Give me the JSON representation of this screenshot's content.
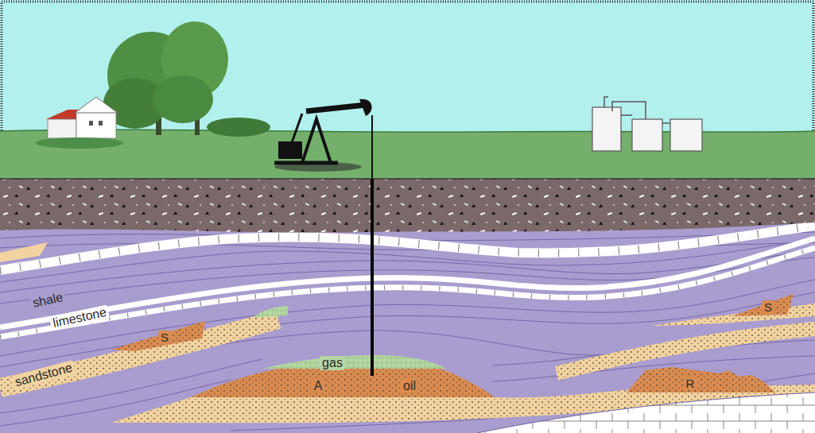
{
  "diagram": {
    "labels": [
      "shale",
      "limestone",
      "S",
      "S",
      "sandstone",
      "gas",
      "A",
      "oil",
      "R"
    ]
  }
}
